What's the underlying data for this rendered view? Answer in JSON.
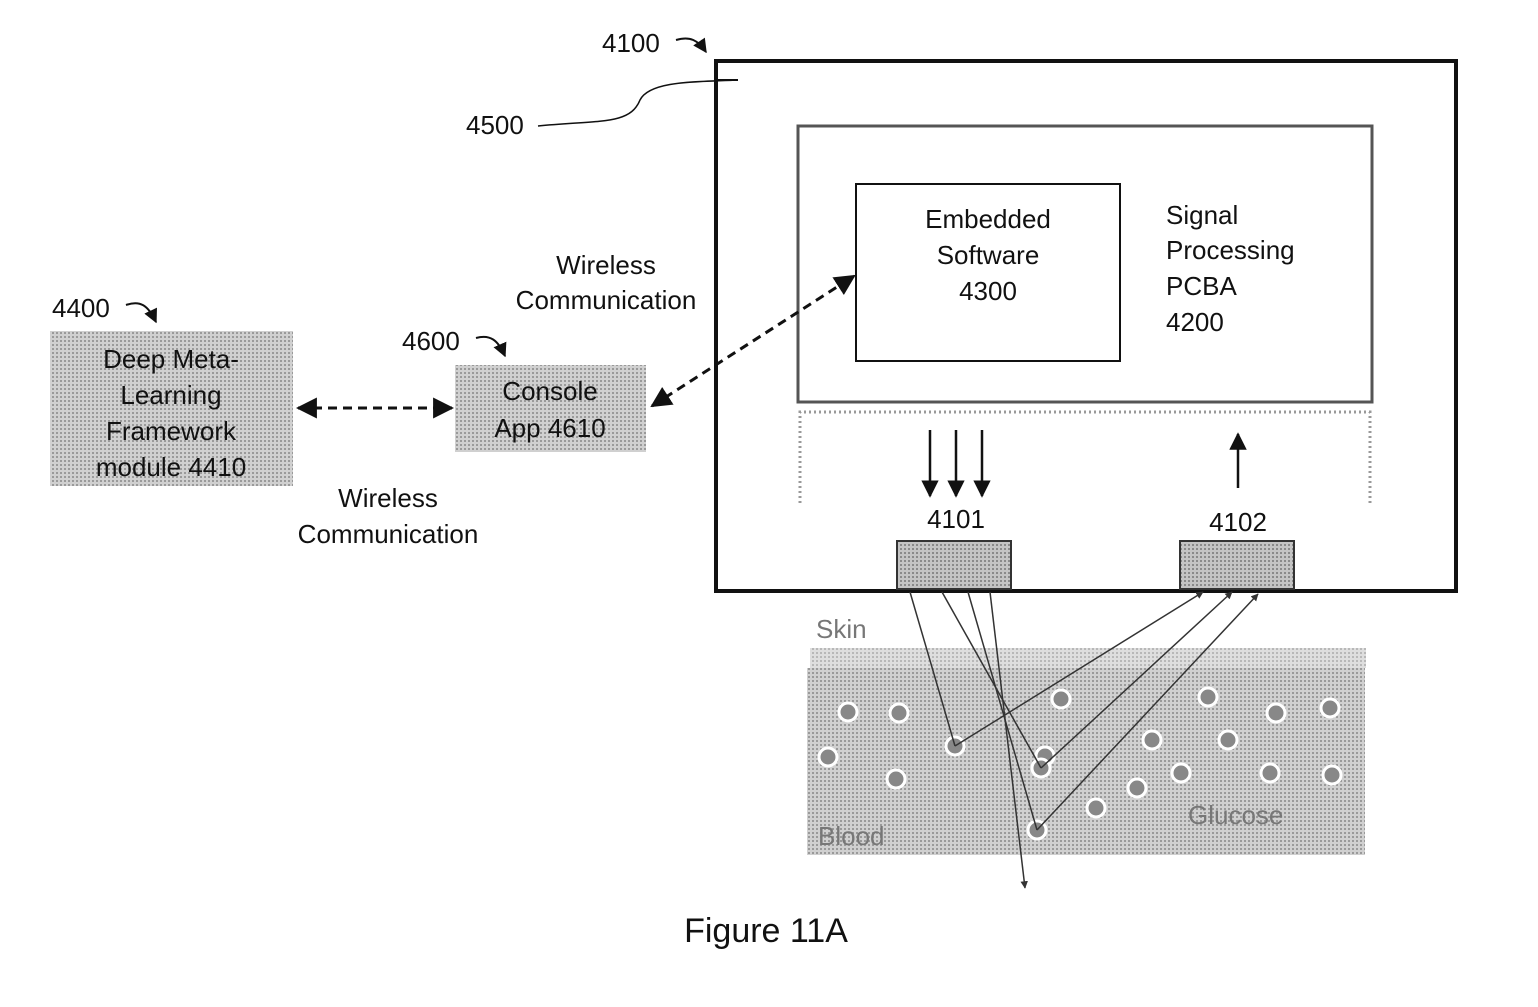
{
  "labels": {
    "device_ref": "4100",
    "housing_ref": "4500",
    "framework_ref": "4400",
    "console_ref": "4600",
    "emitter_ref": "4101",
    "detector_ref": "4102",
    "caption": "Figure 11A"
  },
  "framework_box": {
    "lines": [
      "Deep Meta-",
      "Learning",
      "Framework",
      "module 4410"
    ]
  },
  "console_box": {
    "lines": [
      "Console",
      "App 4610"
    ]
  },
  "embedded_box": {
    "lines": [
      "Embedded",
      "Software",
      "4300"
    ]
  },
  "pcba_label": {
    "lines": [
      "Signal",
      "Processing",
      "PCBA",
      "4200"
    ]
  },
  "wireless_top": {
    "lines": [
      "Wireless",
      "Communication"
    ]
  },
  "wireless_bottom": {
    "lines": [
      "Wireless",
      "Communication"
    ]
  },
  "tissue": {
    "skin_label": "Skin",
    "blood_label": "Blood",
    "glucose_label": "Glucose"
  },
  "colors": {
    "stroke": "#111111",
    "box_fill": "#c8c8c8",
    "sensor_fill": "#5a5a5a",
    "tissue_fill": "#bdbdbd",
    "skin_fill": "#d9d9d9",
    "cell_fill": "#7a7a7a"
  }
}
